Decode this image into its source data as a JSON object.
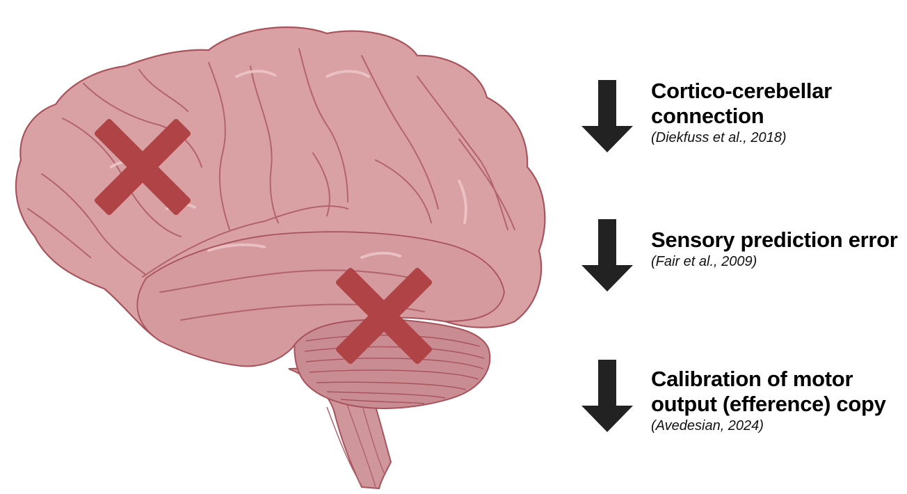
{
  "colors": {
    "brain_fill": "#d9a1a3",
    "brain_outline": "#a8525b",
    "gyri_line": "#b2636c",
    "cerebellum_fill": "#c98c93",
    "brainstem_fill": "#cf979c",
    "highlight": "#ecc4c6",
    "cross_mark": "#b04346",
    "arrow": "#222222"
  },
  "icons": {
    "brain": "brain-illustration-icon",
    "cross": "x-mark-icon",
    "arrow": "down-arrow-icon"
  },
  "items": [
    {
      "title": "Cortico-cerebellar\nconnection",
      "citation": "(Diekfuss et al., 2018)"
    },
    {
      "title": "Sensory prediction error",
      "citation": "(Fair et al., 2009)"
    },
    {
      "title": "Calibration of motor\noutput (efference) copy",
      "citation": "(Avedesian, 2024)"
    }
  ]
}
